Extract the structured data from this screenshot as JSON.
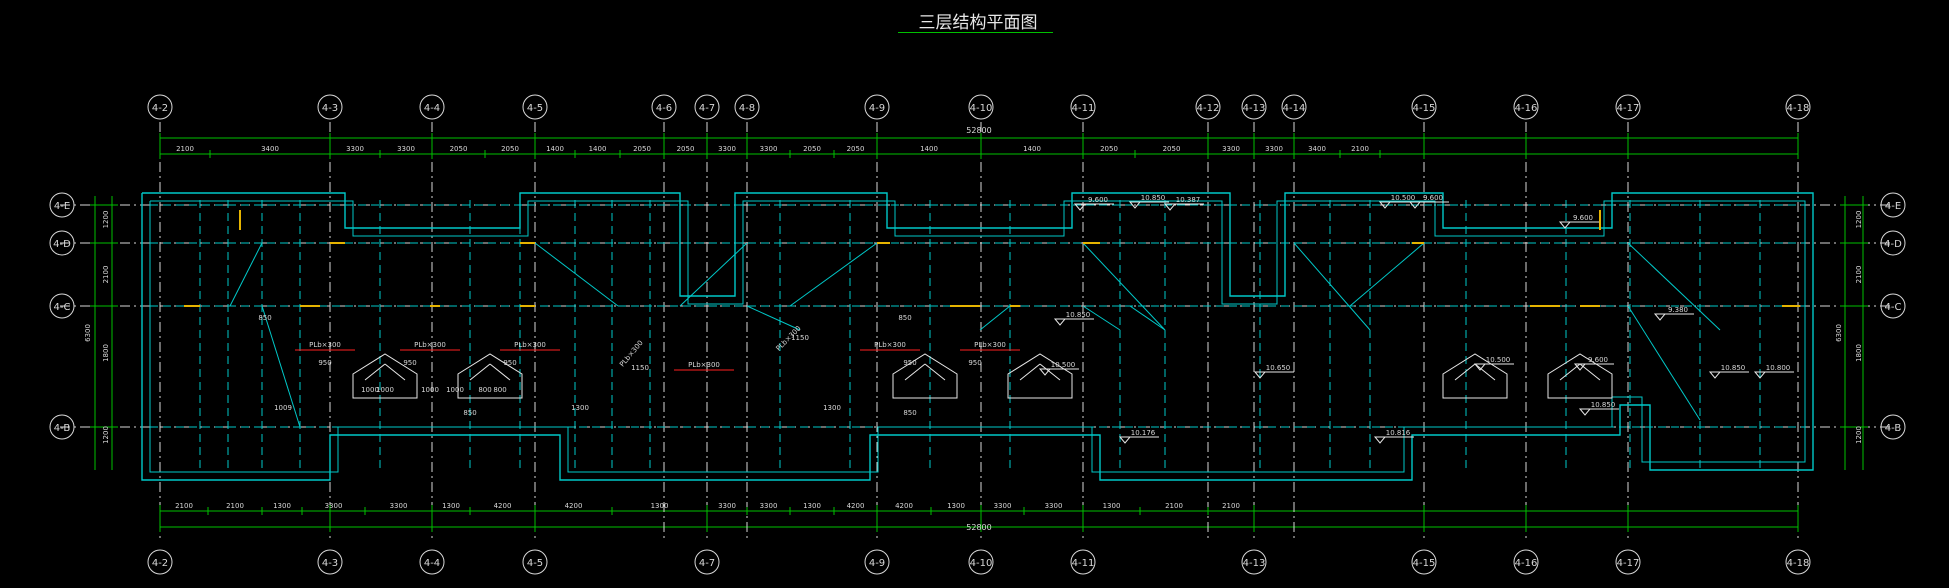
{
  "title": "三层结构平面图",
  "total_dimension": "52800",
  "grid_top": [
    "4-2",
    "4-3",
    "4-4",
    "4-5",
    "4-6",
    "4-7",
    "4-8",
    "4-9",
    "4-10",
    "4-11",
    "4-12",
    "4-13",
    "4-14",
    "4-15",
    "4-16",
    "4-17",
    "4-18"
  ],
  "grid_bottom": [
    "4-2",
    "4-3",
    "4-4",
    "4-5",
    "4-7",
    "4-9",
    "4-10",
    "4-11",
    "4-13",
    "4-15",
    "4-16",
    "4-17",
    "4-18"
  ],
  "grid_left": [
    "4-E",
    "4-D",
    "4-C",
    "4-B"
  ],
  "grid_right": [
    "4-E",
    "4-D",
    "4-C",
    "4-B"
  ],
  "top_dims": [
    "2100",
    "3400",
    "3300",
    "3300",
    "2050",
    "2050",
    "1400",
    "1400",
    "2050",
    "2050",
    "3300",
    "3300",
    "2050",
    "2050",
    "1400",
    "1400",
    "2050",
    "2050",
    "3300",
    "3300",
    "3400",
    "2100"
  ],
  "bottom_dims": [
    "2100",
    "2100",
    "1300",
    "3300",
    "3300",
    "1300",
    "4200",
    "4200",
    "1300",
    "3300",
    "3300",
    "1300",
    "4200",
    "4200",
    "1300",
    "3300",
    "3300",
    "1300",
    "2100",
    "2100"
  ],
  "left_dims": [
    "1200",
    "2100",
    "1800",
    "1200"
  ],
  "left_total": "6300",
  "right_dims": [
    "1200",
    "2100",
    "1800",
    "1200"
  ],
  "right_total": "6300",
  "elevations": [
    "9.600",
    "10.850",
    "10.500",
    "9.600",
    "9.600",
    "10.850",
    "10.500",
    "10.500",
    "9.600",
    "10.850",
    "10.800",
    "10.850",
    "10.176",
    "10.816",
    "10.650",
    "9.380",
    "10.387"
  ],
  "beam_labels": [
    "PLb×300",
    "PLb×300",
    "PLb×300",
    "PLb×300",
    "PLb×300",
    "PLb×300",
    "PLb×300",
    "PLb×300"
  ],
  "small_dims": [
    "950",
    "950",
    "950",
    "950",
    "950",
    "850",
    "850",
    "1150",
    "1150",
    "1000",
    "1000",
    "1000",
    "1000",
    "800",
    "800",
    "1300",
    "1300",
    "1009",
    "850",
    "850"
  ],
  "colors": {
    "background": "#000000",
    "grid": "#00c000",
    "wall": "#00c8c8",
    "axis": "#d8d8d8",
    "beam": "#e6b400",
    "cut": "#ff2020"
  }
}
